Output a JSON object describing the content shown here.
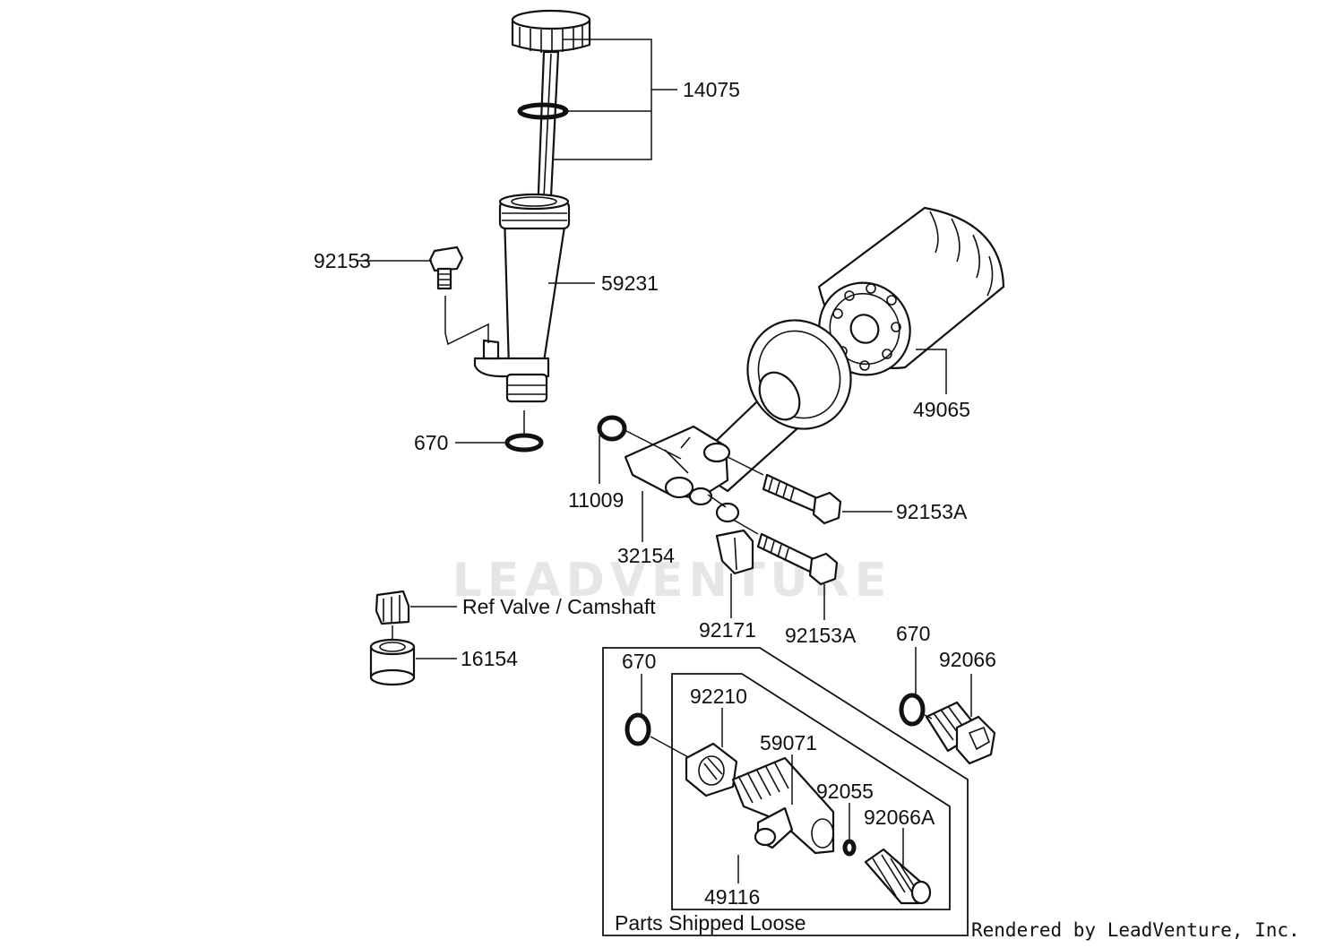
{
  "diagram": {
    "parts": [
      {
        "id": "14075",
        "label": "14075"
      },
      {
        "id": "92153",
        "label": "92153"
      },
      {
        "id": "59231",
        "label": "59231"
      },
      {
        "id": "670-a",
        "label": "670"
      },
      {
        "id": "49065",
        "label": "49065"
      },
      {
        "id": "11009",
        "label": "11009"
      },
      {
        "id": "92153A-a",
        "label": "92153A"
      },
      {
        "id": "32154",
        "label": "32154"
      },
      {
        "id": "ref-valve",
        "label": "Ref Valve / Camshaft"
      },
      {
        "id": "92171",
        "label": "92171"
      },
      {
        "id": "92153A-b",
        "label": "92153A"
      },
      {
        "id": "670-b",
        "label": "670"
      },
      {
        "id": "92066",
        "label": "92066"
      },
      {
        "id": "16154",
        "label": "16154"
      },
      {
        "id": "670-c",
        "label": "670"
      },
      {
        "id": "92210",
        "label": "92210"
      },
      {
        "id": "59071",
        "label": "59071"
      },
      {
        "id": "92055",
        "label": "92055"
      },
      {
        "id": "92066A",
        "label": "92066A"
      },
      {
        "id": "49116",
        "label": "49116"
      }
    ],
    "group_label": "Parts Shipped Loose",
    "watermark": "LEADVENTURE",
    "footer": "Rendered by LeadVenture, Inc."
  }
}
